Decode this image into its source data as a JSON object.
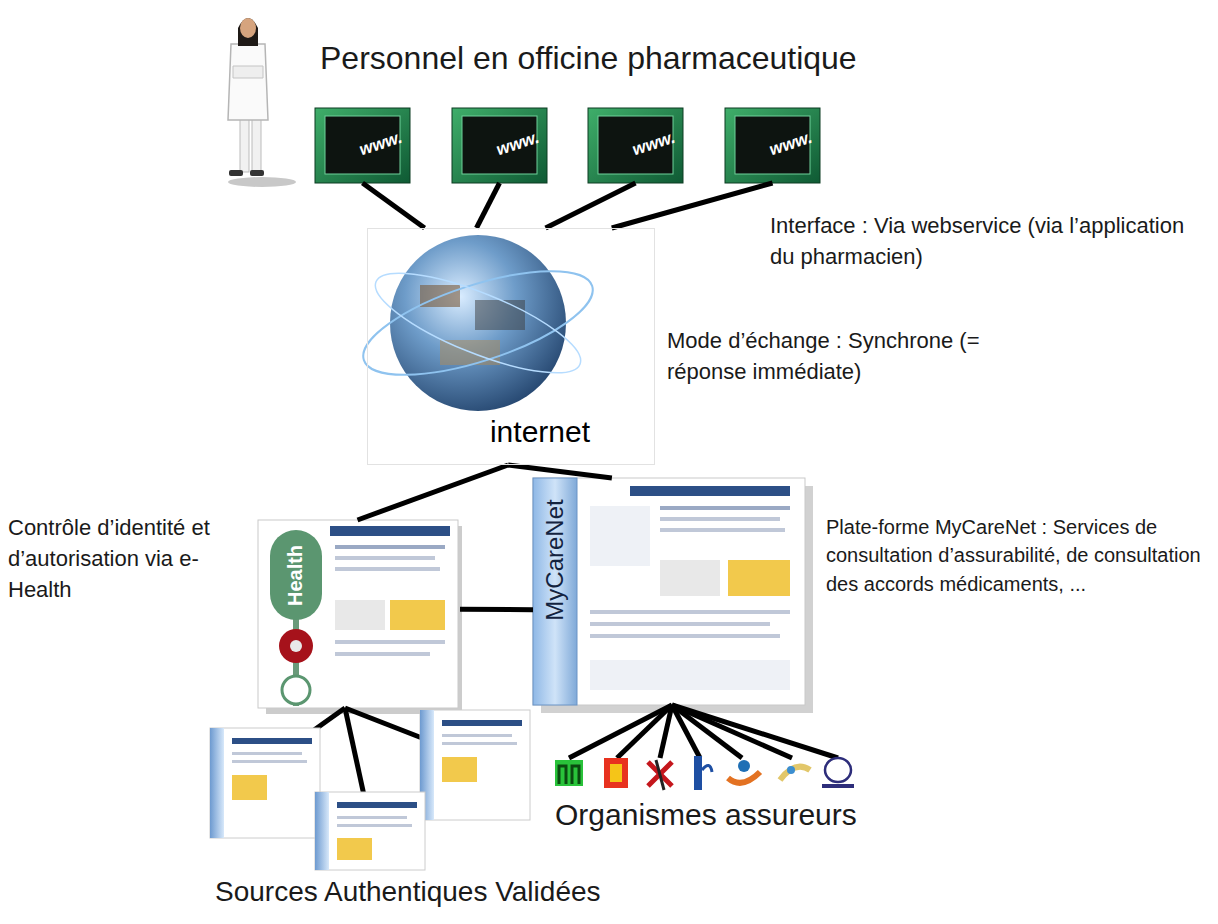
{
  "diagram": {
    "nodes": [
      {
        "text": [
          "www."
        ]
      },
      {
        "text": [
          "www."
        ]
      },
      {
        "text": [
          "www."
        ]
      },
      {
        "text": [
          "www."
        ]
      },
      {
        "text": [
          "internet"
        ]
      },
      {
        "text": [
          "Health"
        ]
      },
      {
        "text": [
          "MyCareNet"
        ]
      }
    ],
    "edges": [
      {
        "from": 0,
        "to": 4,
        "arrow": "none"
      },
      {
        "from": 1,
        "to": 4,
        "arrow": "none"
      },
      {
        "from": 2,
        "to": 4,
        "arrow": "none"
      },
      {
        "from": 3,
        "to": 4,
        "arrow": "none"
      },
      {
        "from": 4,
        "to": 5,
        "arrow": "none"
      },
      {
        "from": 4,
        "to": 6,
        "arrow": "none"
      },
      {
        "from": 5,
        "to": 6,
        "arrow": "none"
      }
    ],
    "labels": [
      "Personnel en officine pharmaceutique",
      "Interface : Via webservice (via l’application du pharmacien)",
      "Mode d’échange : Synchrone (= réponse immédiate)",
      "Contrôle d’identité et d’autorisation via e-Health",
      "Plate-forme MyCareNet : Services de consultation d’assurabilité, de consultation des accords médicaments, ...",
      "Organismes assureurs",
      "Sources Authentiques Validées"
    ]
  }
}
